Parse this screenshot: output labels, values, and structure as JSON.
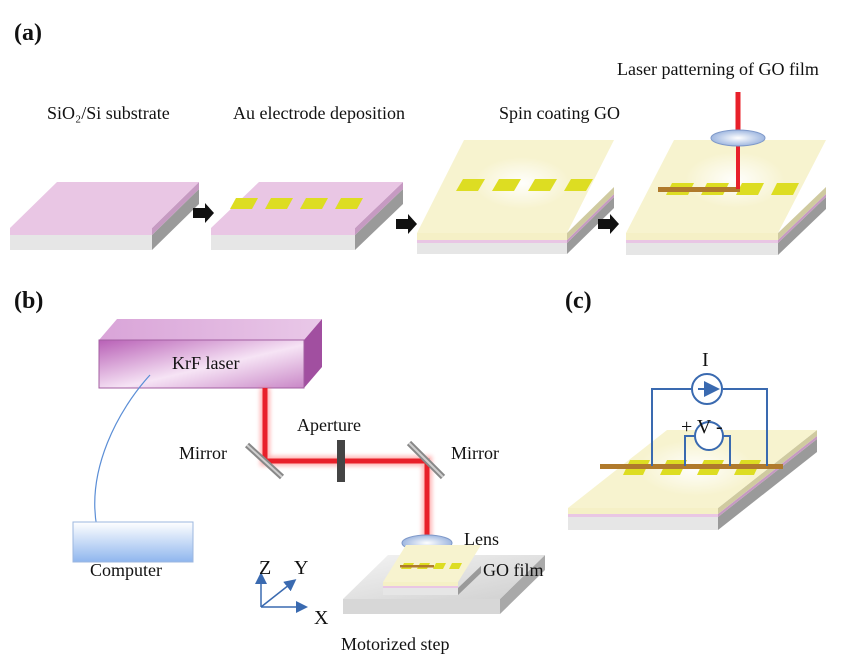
{
  "panels": {
    "a": "(a)",
    "b": "(b)",
    "c": "(c)"
  },
  "panel_a": {
    "step1": "SiO₂/Si substrate",
    "step2": "Au electrode deposition",
    "step3": "Spin coating GO",
    "step4": "Laser patterning of GO film"
  },
  "panel_b": {
    "laser": "KrF laser",
    "aperture": "Aperture",
    "mirror_left": "Mirror",
    "mirror_right": "Mirror",
    "lens": "Lens",
    "film": "GO film",
    "computer": "Computer",
    "stage": "Motorized step",
    "axis_z": "Z",
    "axis_y": "Y",
    "axis_x": "X"
  },
  "panel_c": {
    "current": "I",
    "voltage": "+ V -"
  },
  "colors": {
    "substrate_pink": "#e9c6e4",
    "go_film": "#f7f3cf",
    "electrode": "#dddd22",
    "laser_red": "#e8202a",
    "laser_box": "#c27ac0",
    "circuit_blue": "#3a6ab0",
    "pattern_brown": "#b07a2c"
  }
}
